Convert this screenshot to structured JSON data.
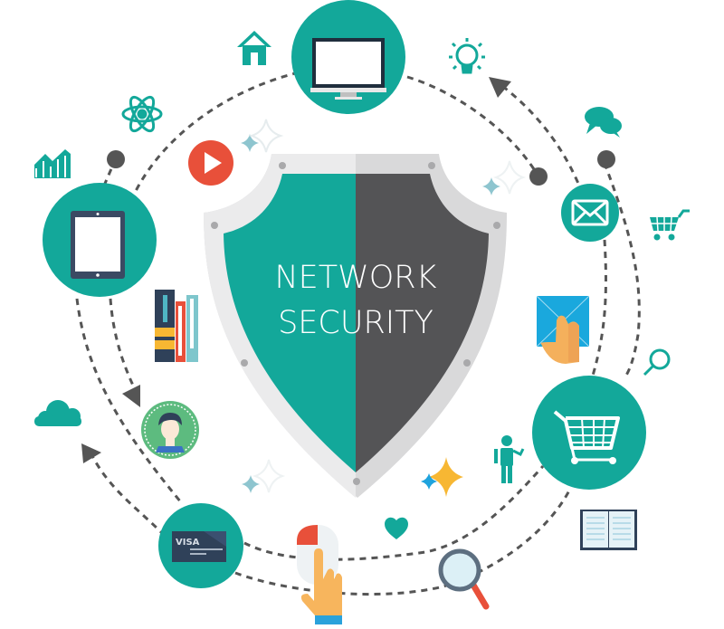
{
  "title": {
    "line1": "NETWORK",
    "line2": "SECURITY"
  },
  "card": {
    "brand": "VISA"
  },
  "colors": {
    "teal": "#13a89a",
    "dark_gray": "#545456",
    "shield_rim": "#d9d9da",
    "shield_rim_light": "#ebebec",
    "navy": "#2f4159",
    "red": "#e8503a",
    "orange": "#f7b733",
    "dashes": "#555555"
  },
  "icons": [
    "monitor-icon",
    "tablet-icon",
    "email-icon",
    "shopping-cart-icon",
    "credit-card-icon",
    "home-icon",
    "atom-icon",
    "chart-icon",
    "lightbulb-icon",
    "chat-icon",
    "cart-small-icon",
    "play-icon",
    "books-icon",
    "user-avatar-icon",
    "cloud-icon",
    "envelope-hand-icon",
    "search-small-icon",
    "person-icon",
    "sparkle-icon",
    "heart-icon",
    "magnifier-icon",
    "book-icon",
    "mouse-click-icon"
  ]
}
